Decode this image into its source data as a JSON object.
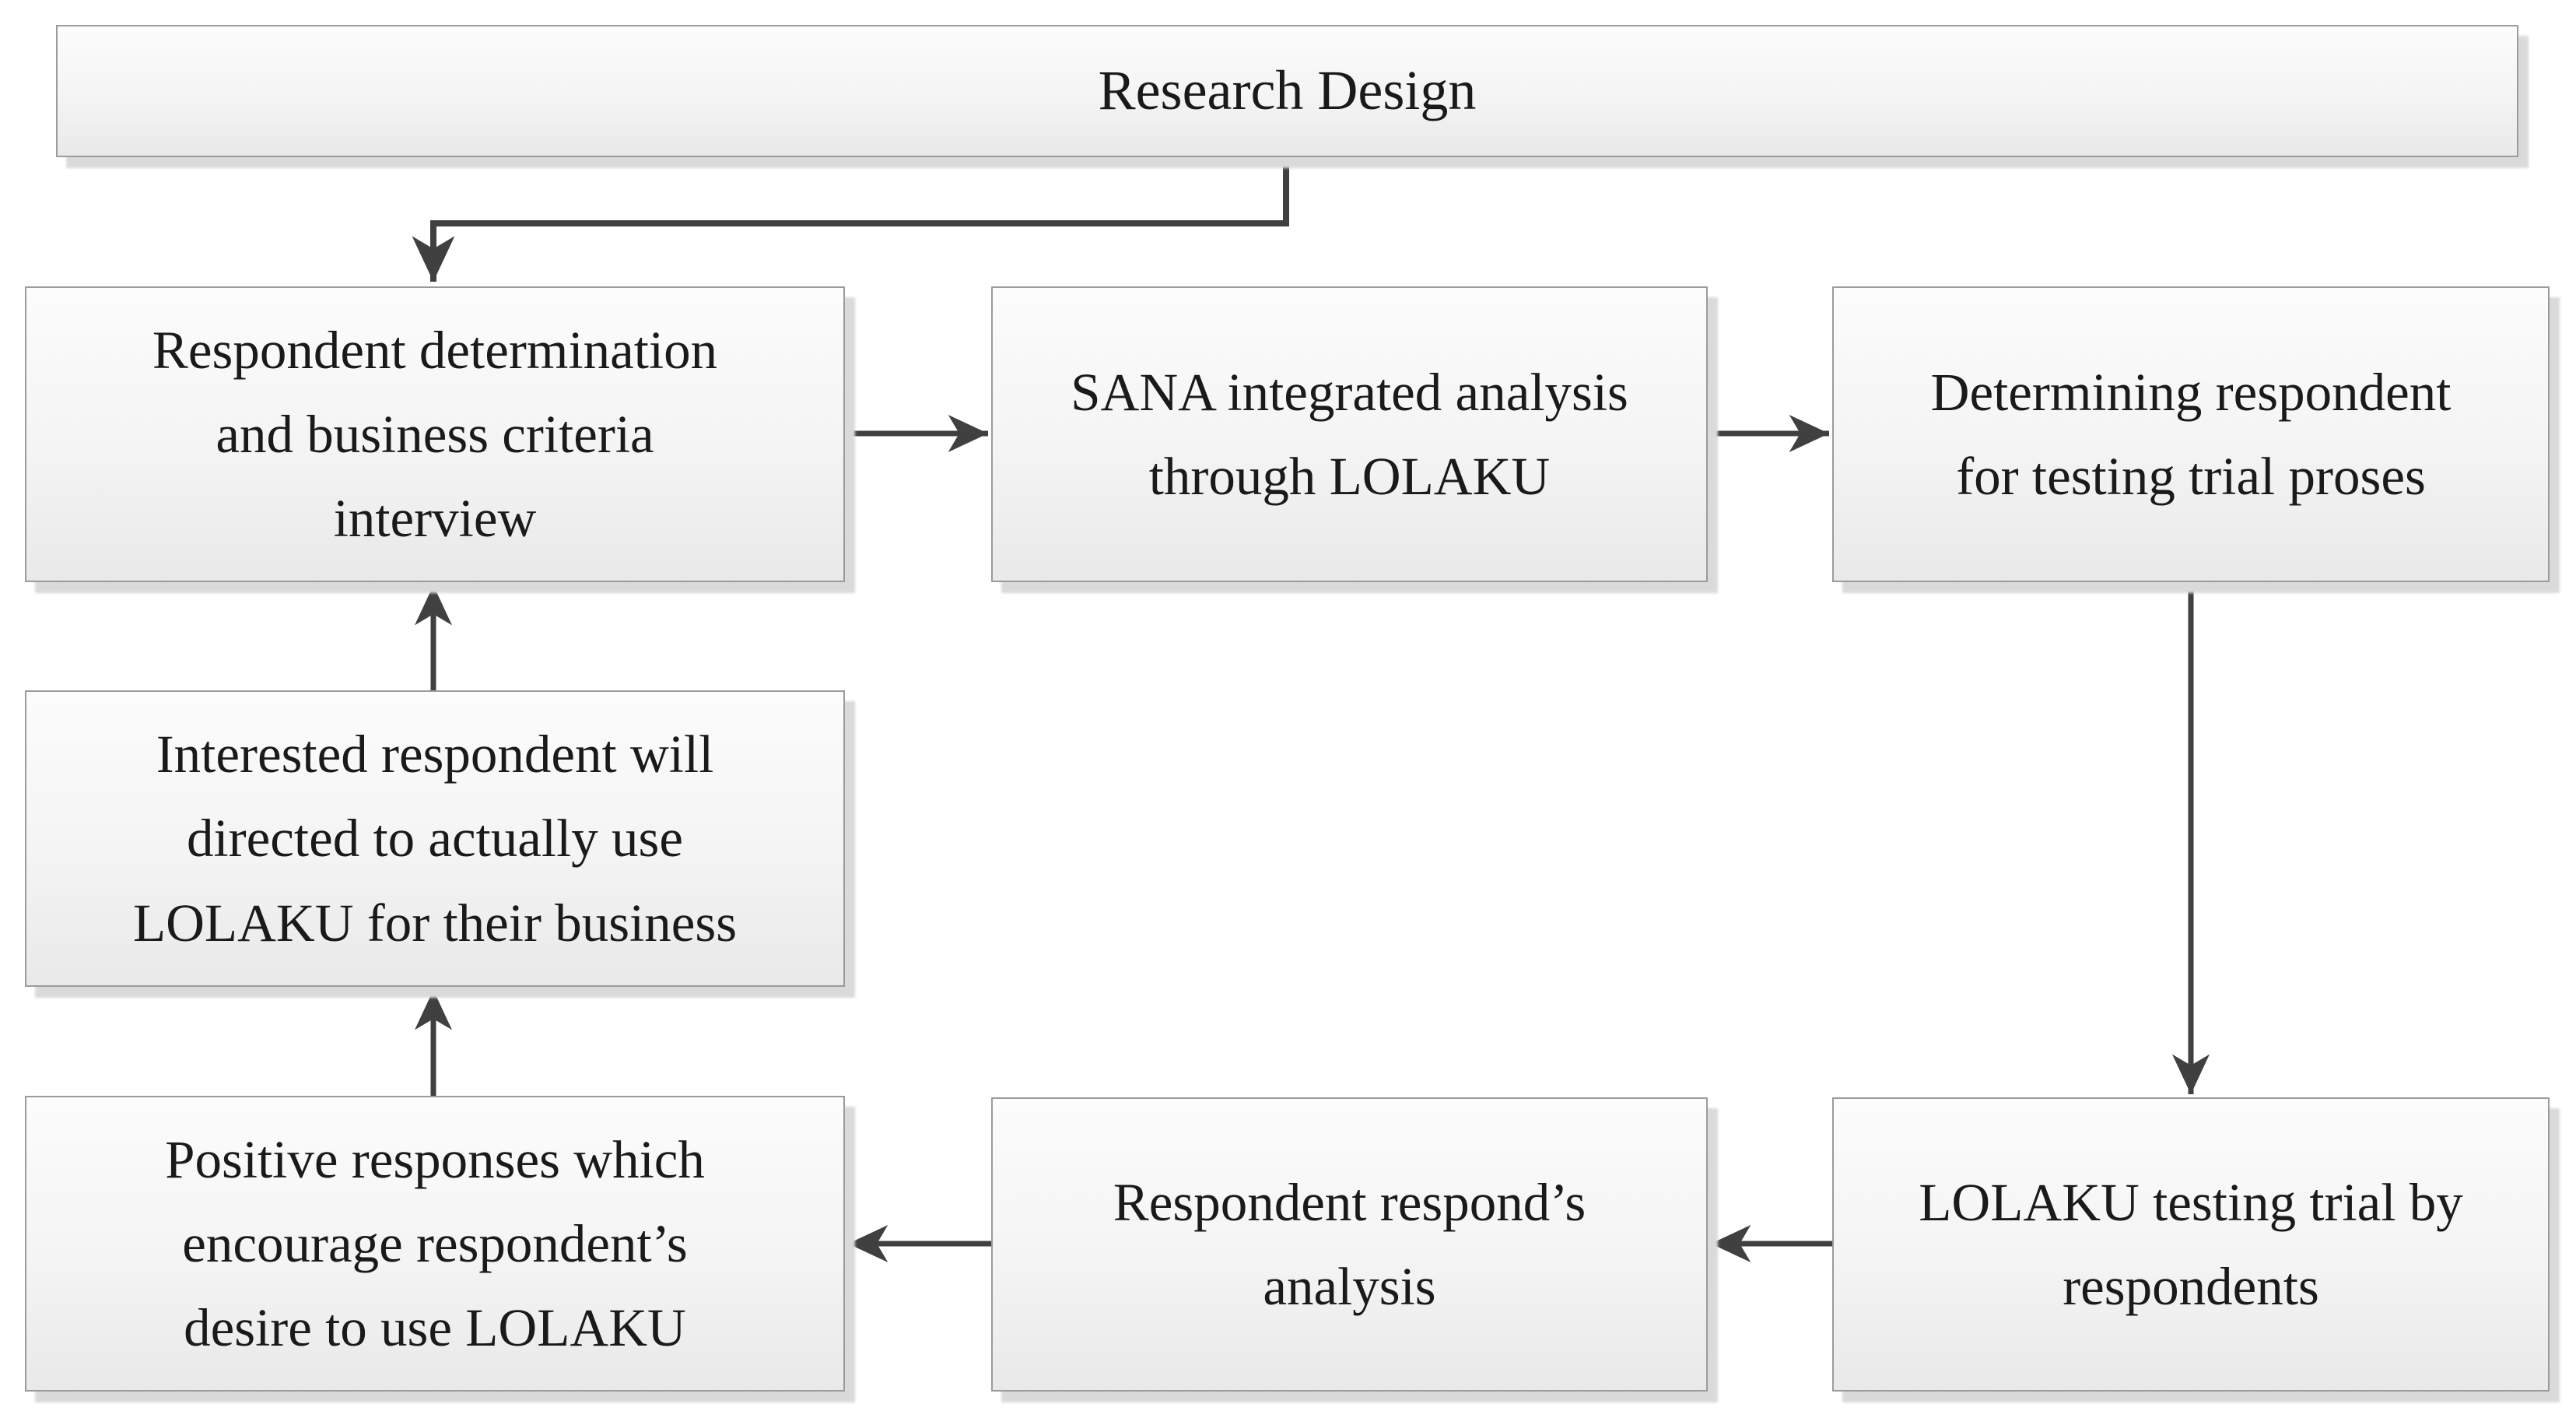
{
  "diagram": {
    "type": "flowchart",
    "title": "Research Design"
  },
  "nodes": {
    "research_design": {
      "label": "Research Design",
      "lines": [
        "Research Design"
      ]
    },
    "respondent_determination": {
      "label": "Respondent determination and business criteria interview",
      "lines": [
        "Respondent determination",
        "and business criteria",
        "interview"
      ]
    },
    "sana_analysis": {
      "label": "SANA integrated analysis through LOLAKU",
      "lines": [
        "SANA integrated analysis",
        "through LOLAKU"
      ]
    },
    "determining_respondent": {
      "label": "Determining respondent for testing trial proses",
      "lines": [
        "Determining respondent",
        "for testing trial proses"
      ]
    },
    "interested_respondent": {
      "label": "Interested respondent will directed to actually use LOLAKU for their business",
      "lines": [
        "Interested respondent will",
        "directed to actually use",
        "LOLAKU for their business"
      ]
    },
    "positive_responses": {
      "label": "Positive responses which encourage respondent’s desire to use LOLAKU",
      "lines": [
        "Positive responses which",
        "encourage respondent’s",
        "desire to use LOLAKU"
      ]
    },
    "respondent_responds_analysis": {
      "label": "Respondent respond’s analysis",
      "lines": [
        "Respondent respond’s",
        "analysis"
      ]
    },
    "lolaku_testing": {
      "label": "LOLAKU testing trial by respondents",
      "lines": [
        "LOLAKU testing trial by",
        "respondents"
      ]
    }
  },
  "connections": [
    {
      "from": "research_design",
      "to": "respondent_determination",
      "style": "elbow-down-left"
    },
    {
      "from": "respondent_determination",
      "to": "sana_analysis",
      "direction": "right"
    },
    {
      "from": "sana_analysis",
      "to": "determining_respondent",
      "direction": "right"
    },
    {
      "from": "determining_respondent",
      "to": "lolaku_testing",
      "direction": "down"
    },
    {
      "from": "lolaku_testing",
      "to": "respondent_responds_analysis",
      "direction": "left"
    },
    {
      "from": "respondent_responds_analysis",
      "to": "positive_responses",
      "direction": "left"
    },
    {
      "from": "positive_responses",
      "to": "interested_respondent",
      "direction": "up"
    },
    {
      "from": "interested_respondent",
      "to": "respondent_determination",
      "direction": "up"
    }
  ],
  "colors": {
    "arrow": "#404040",
    "box_border": "#9b9b9b",
    "box_fill_top": "#fcfcfc",
    "box_fill_mid": "#f4f4f4",
    "box_fill_bottom": "#e9e9e9",
    "shadow": "#dadada",
    "text": "#1a1a1a",
    "background": "#ffffff"
  }
}
